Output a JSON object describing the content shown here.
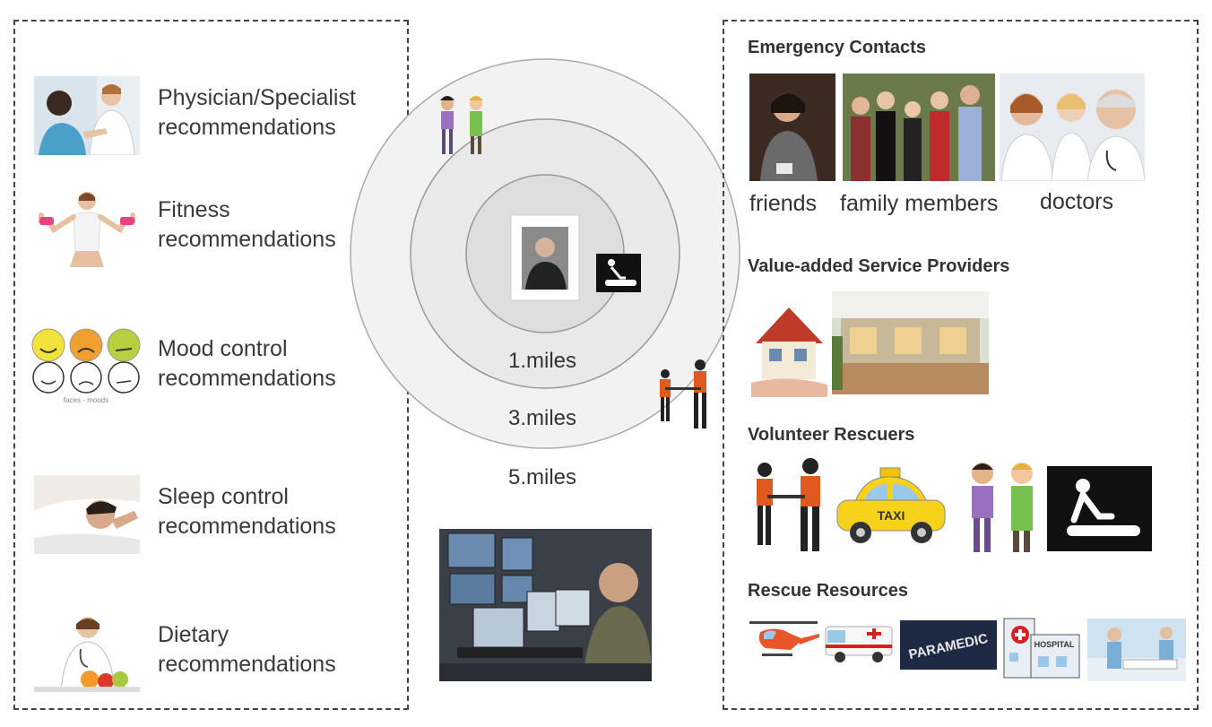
{
  "left_panel": {
    "items": [
      {
        "label": "Physician/Specialist\nrecommendations",
        "icon": "doctor-patient-photo"
      },
      {
        "label": "Fitness\nrecommendations",
        "icon": "fitness-woman-photo"
      },
      {
        "label": "Mood control\nrecommendations",
        "icon": "mood-faces-icon"
      },
      {
        "label": "Sleep control\nrecommendations",
        "icon": "sleeping-man-photo"
      },
      {
        "label": "Dietary\nrecommendations",
        "icon": "dietitian-photo"
      }
    ],
    "mood_caption": "faces - moods"
  },
  "center": {
    "rings": [
      "1.miles",
      "3.miles",
      "5.miles"
    ]
  },
  "right_panel": {
    "emergency_contacts": {
      "title": "Emergency Contacts",
      "captions": [
        "friends",
        "family members",
        "doctors"
      ]
    },
    "service_providers": {
      "title": "Value-added Service Providers"
    },
    "volunteer_rescuers": {
      "title": "Volunteer Rescuers",
      "taxi_label": "TAXI"
    },
    "rescue_resources": {
      "title": "Rescue Resources",
      "paramedic_label": "PARAMEDIC",
      "hospital_label": "HOSPITAL"
    }
  }
}
